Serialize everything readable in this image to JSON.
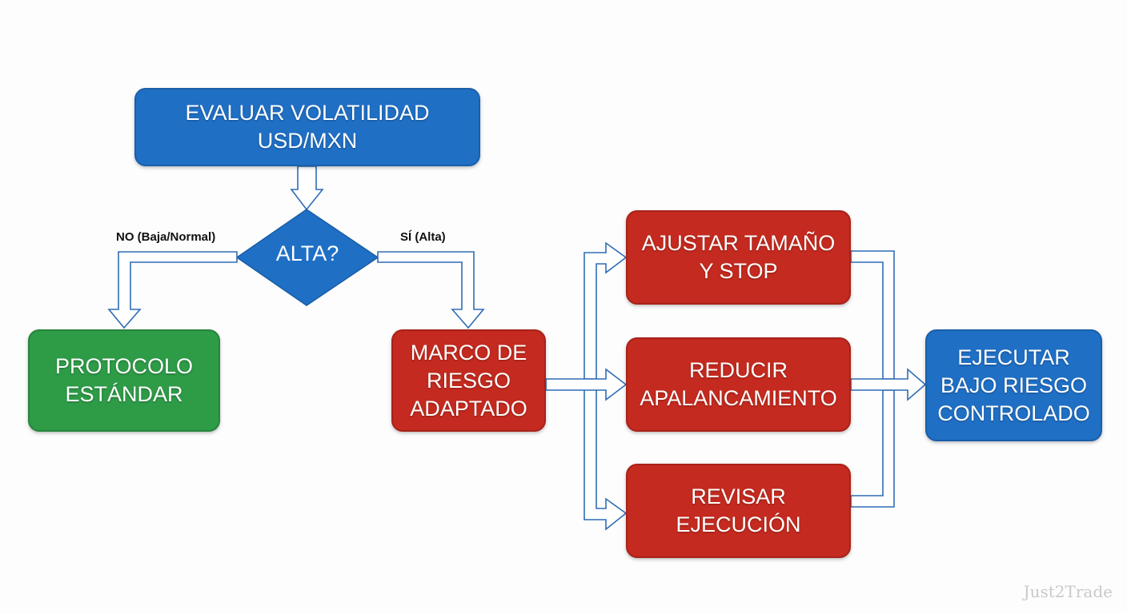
{
  "nodes": {
    "start": "EVALUAR VOLATILIDAD\nUSD/MXN",
    "decision": "ALTA?",
    "standard": "PROTOCOLO\nESTÁNDAR",
    "adapted": "MARCO DE\nRIESGO\nADAPTADO",
    "adjust": "AJUSTAR TAMAÑO\nY STOP",
    "reduce": "REDUCIR\nAPALANCAMIENTO",
    "review": "REVISAR\nEJECUCIÓN",
    "execute": "EJECUTAR\nBAJO RIESGO\nCONTROLADO"
  },
  "edges": {
    "no_label": "NO (Baja/Normal)",
    "yes_label": "SÍ (Alta)"
  },
  "watermark": "Just2Trade",
  "colors": {
    "blue": "#1f6fc5",
    "red": "#c42a1f",
    "green": "#2e9b47",
    "arrow": "#2f6db5"
  }
}
